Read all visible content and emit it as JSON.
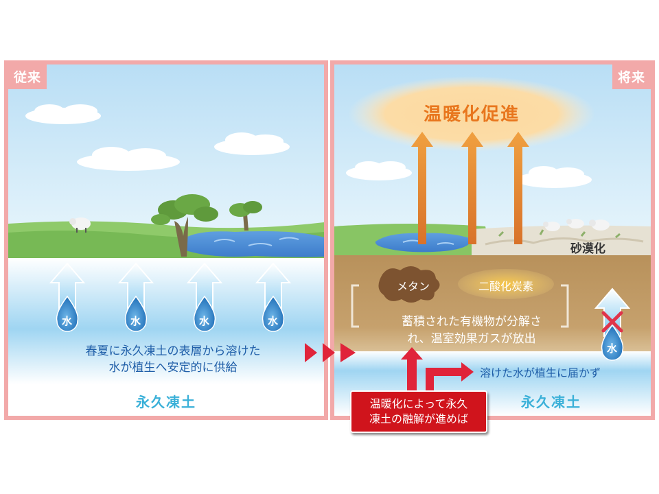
{
  "left_panel": {
    "tag": "従来",
    "caption": [
      "春夏に永久凍土の表層から溶けた",
      "水が植生へ安定的に供給"
    ],
    "permafrost": "永久凍土",
    "water_label": "水"
  },
  "right_panel": {
    "tag": "将来",
    "warming_title": "温暖化促進",
    "methane": "メタン",
    "co2": "二酸化炭素",
    "decomposition": [
      "蓄積された有機物が分解さ",
      "れ、温室効果ガスが放出"
    ],
    "desertification": "砂漠化",
    "not_reach": "溶けた水が植生に届かず",
    "permafrost": "永久凍土",
    "water_label": "水"
  },
  "callout": [
    "温暖化によって永久",
    "凍土の融解が進めば"
  ],
  "colors": {
    "border": "#f2a9a9",
    "sky": "#c9e6f7",
    "water_blue": "#1f5ea8",
    "permafrost_text": "#3ab0d8",
    "warming_orange": "#e8761d",
    "callout_red": "#d0141c",
    "soil": "#b58a54"
  }
}
